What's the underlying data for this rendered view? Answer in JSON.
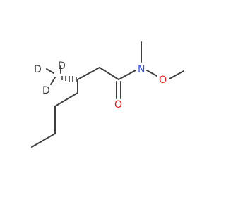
{
  "molecule": {
    "atoms": {
      "deuterium_1": {
        "label": "D"
      },
      "deuterium_2": {
        "label": "D"
      },
      "deuterium_3": {
        "label": "D"
      },
      "nitrogen": {
        "label": "N"
      },
      "oxygen_methoxy": {
        "label": "O"
      },
      "oxygen_carbonyl": {
        "label": "O"
      }
    },
    "colors": {
      "bond": "#3f3f3f",
      "deuterium": "#3f3f3f",
      "nitrogen": "#3050f8",
      "oxygen": "#ff0d0d"
    }
  }
}
